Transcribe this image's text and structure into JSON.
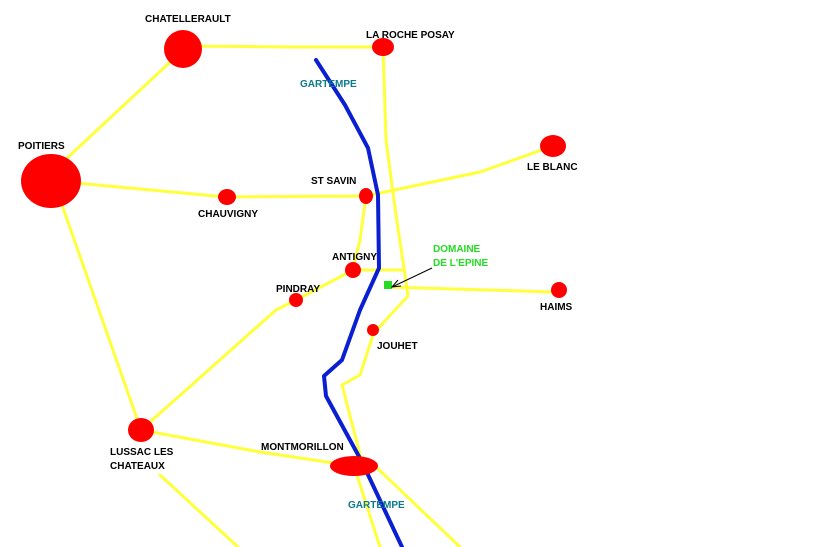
{
  "map": {
    "towns": {
      "chatellerault": "CHATELLERAULT",
      "la_roche_posay": "LA ROCHE POSAY",
      "poitiers": "POITIERS",
      "le_blanc": "LE BLANC",
      "st_savin": "ST SAVIN",
      "chauvigny": "CHAUVIGNY",
      "antigny": "ANTIGNY",
      "pindray": "PINDRAY",
      "haims": "HAIMS",
      "jouhet": "JOUHET",
      "lussac_line1": "LUSSAC LES",
      "lussac_line2": "CHATEAUX",
      "montmorillon": "MONTMORILLON"
    },
    "river": {
      "north": "GARTEMPE",
      "south": "GARTEMPE"
    },
    "domain": {
      "line1": "DOMAINE",
      "line2": "DE L'EPINE"
    },
    "colors": {
      "road": "#ffff3c",
      "river": "#0a1ed2",
      "town": "#ff0000",
      "domain_marker": "#22dd22",
      "river_label": "#0a7a8c"
    }
  }
}
